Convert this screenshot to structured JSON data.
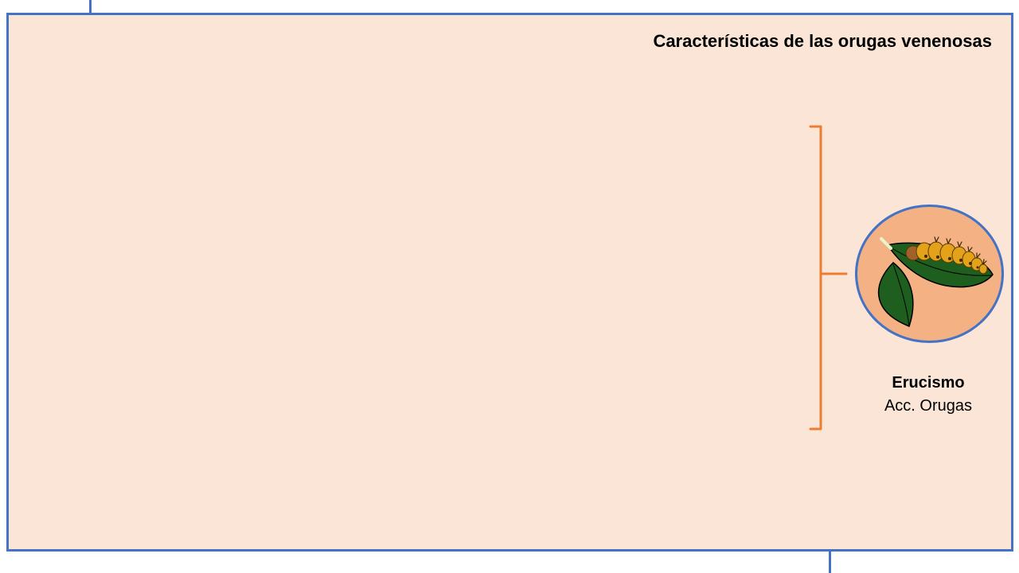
{
  "slide": {
    "title": "Características de las orugas venenosas",
    "illustration_icon": "caterpillar-on-leaf-icon",
    "caption": {
      "name": "Erucismo",
      "subtitle": "Acc. Orugas"
    }
  },
  "colors": {
    "panel_background": "#fbe5d6",
    "border_blue": "#4472c4",
    "brace_orange": "#ed7d31",
    "circle_fill": "#f4b183",
    "leaf_green": "#1e5e1e",
    "caterpillar_orange": "#e3a21a"
  }
}
